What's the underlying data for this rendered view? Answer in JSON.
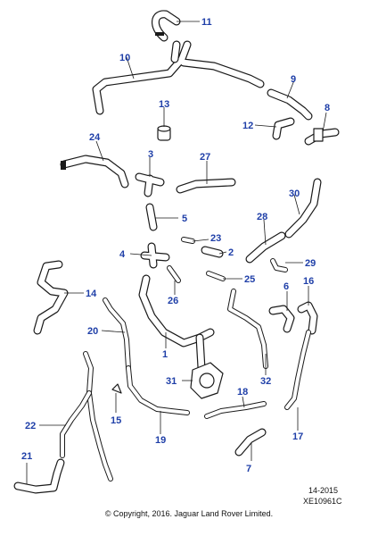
{
  "diagram": {
    "callouts": [
      "11",
      "10",
      "9",
      "13",
      "12",
      "8",
      "24",
      "3",
      "27",
      "5",
      "30",
      "28",
      "23",
      "2",
      "4",
      "29",
      "26",
      "25",
      "14",
      "6",
      "16",
      "20",
      "1",
      "31",
      "32",
      "15",
      "18",
      "22",
      "19",
      "17",
      "21",
      "7"
    ],
    "accent_color": "#1f3fa8"
  },
  "footer": {
    "ref_code": "14-2015",
    "drawing_id": "XE10961C",
    "copyright": "© Copyright, 2016. Jaguar Land Rover Limited."
  }
}
